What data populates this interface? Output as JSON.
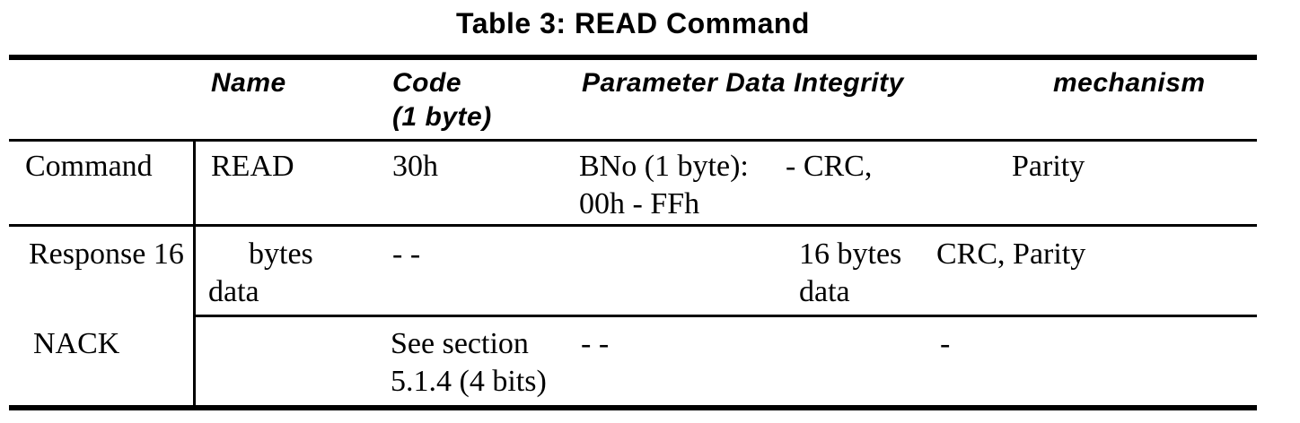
{
  "title": "Table 3: READ Command",
  "colors": {
    "text": "#000000",
    "background": "#ffffff",
    "rule": "#000000"
  },
  "table": {
    "header": {
      "name": "Name",
      "code": "Code\n(1 byte)",
      "parameter_integrity": "Parameter Data Integrity",
      "mechanism": "mechanism"
    },
    "rows": [
      {
        "label": "Command",
        "name": "READ",
        "code": "30h",
        "parameter": "BNo (1 byte):\n00h - FFh",
        "integrity": "- CRC,",
        "mechanism": "Parity"
      },
      {
        "label": "Response 16",
        "name_line1": "bytes",
        "name_line2": "data",
        "code": "- -",
        "integrity": "16 bytes\ndata",
        "mechanism": "CRC, Parity"
      },
      {
        "label": "NACK",
        "code": "See section\n5.1.4 (4 bits)",
        "parameter": "- -",
        "mechanism": "-"
      }
    ]
  }
}
